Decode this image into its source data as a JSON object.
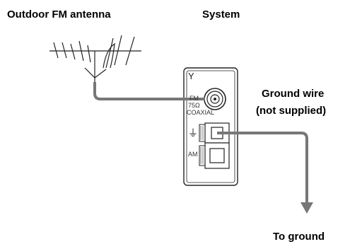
{
  "labels": {
    "outdoor_antenna": "Outdoor FM antenna",
    "system": "System",
    "ground_wire_line1": "Ground wire",
    "ground_wire_line2": "(not supplied)",
    "to_ground": "To ground"
  },
  "panel": {
    "fm_line1": "FM",
    "fm_line2": "75Ω",
    "fm_line3": "COAXIAL",
    "am": "AM",
    "antenna_symbol": "Y",
    "ground_symbol": "⏚"
  },
  "colors": {
    "wire": "#777777",
    "outline": "#222222"
  }
}
